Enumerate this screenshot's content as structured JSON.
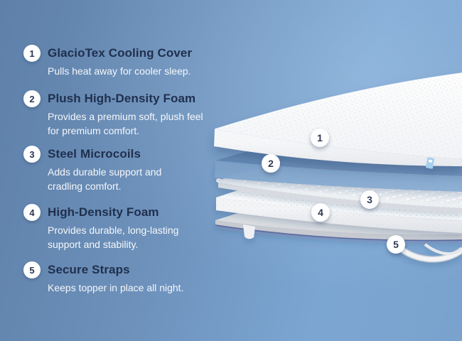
{
  "background": {
    "gradient": [
      "#5e80a9",
      "#6d91bb",
      "#7ca6d2",
      "#7aa2cd"
    ]
  },
  "features": [
    {
      "number": "1",
      "title": "GlacioTex Cooling Cover",
      "lines": [
        "Pulls heat away for cooler sleep.",
        ""
      ]
    },
    {
      "number": "2",
      "title": "Plush High-Density Foam",
      "lines": [
        "Provides a premium soft, plush feel",
        "for premium comfort."
      ]
    },
    {
      "number": "3",
      "title": "Steel Microcoils",
      "lines": [
        "Adds durable support and",
        "cradling comfort."
      ]
    },
    {
      "number": "4",
      "title": "High-Density Foam",
      "lines": [
        "Provides durable, long-lasting",
        "support and stability."
      ]
    },
    {
      "number": "5",
      "title": "Secure Straps",
      "lines": [
        "Keeps topper in place all night.",
        ""
      ]
    }
  ],
  "diagram": {
    "layers": [
      "cooling-cover",
      "plush-high-density-foam",
      "steel-microcoils",
      "high-density-foam",
      "secure-strap-base"
    ],
    "callouts": [
      {
        "number": "1"
      },
      {
        "number": "2"
      },
      {
        "number": "3"
      },
      {
        "number": "4"
      },
      {
        "number": "5"
      }
    ]
  },
  "colors": {
    "title_text": "#20304e",
    "description_text": "#f2f6fa",
    "badge_background": "#ffffff",
    "badge_text": "#2b3752",
    "plush_foam_top": "#4f739e",
    "plush_foam_front": "#7ea2c9",
    "cover_white": "#fdfdfe",
    "base_piping": "#63679b",
    "brand_tag": "#a6d0ee"
  }
}
